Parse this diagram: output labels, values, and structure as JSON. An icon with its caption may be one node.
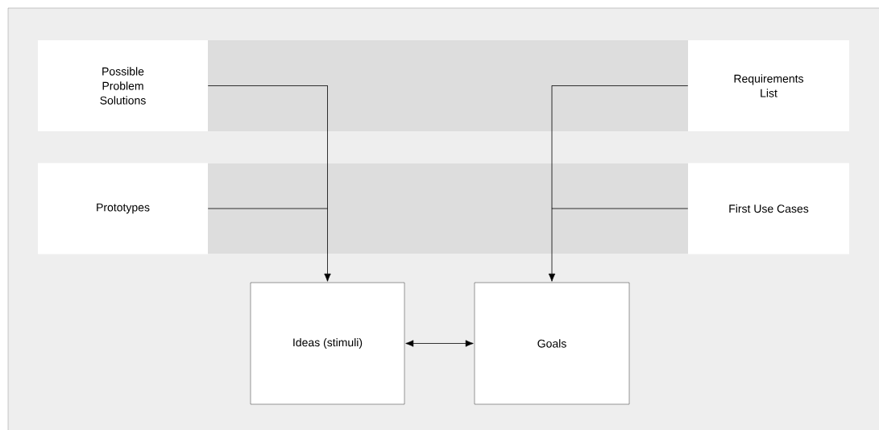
{
  "diagram": {
    "nodes": [
      {
        "text": [
          "Possible Problem Solutions"
        ]
      },
      {
        "text": [
          "Requirements List"
        ]
      },
      {
        "text": [
          "Prototypes"
        ]
      },
      {
        "text": [
          "First Use Cases"
        ]
      },
      {
        "text": [
          "Ideas (stimuli)"
        ]
      },
      {
        "text": [
          "Goals"
        ]
      }
    ],
    "edges": [
      {
        "from": 0,
        "to": 4,
        "arrow": "to"
      },
      {
        "from": 2,
        "to": 4,
        "arrow": "to"
      },
      {
        "from": 1,
        "to": 5,
        "arrow": "to"
      },
      {
        "from": 3,
        "to": 5,
        "arrow": "to"
      },
      {
        "from": 4,
        "to": 5,
        "arrow": "both"
      }
    ]
  }
}
